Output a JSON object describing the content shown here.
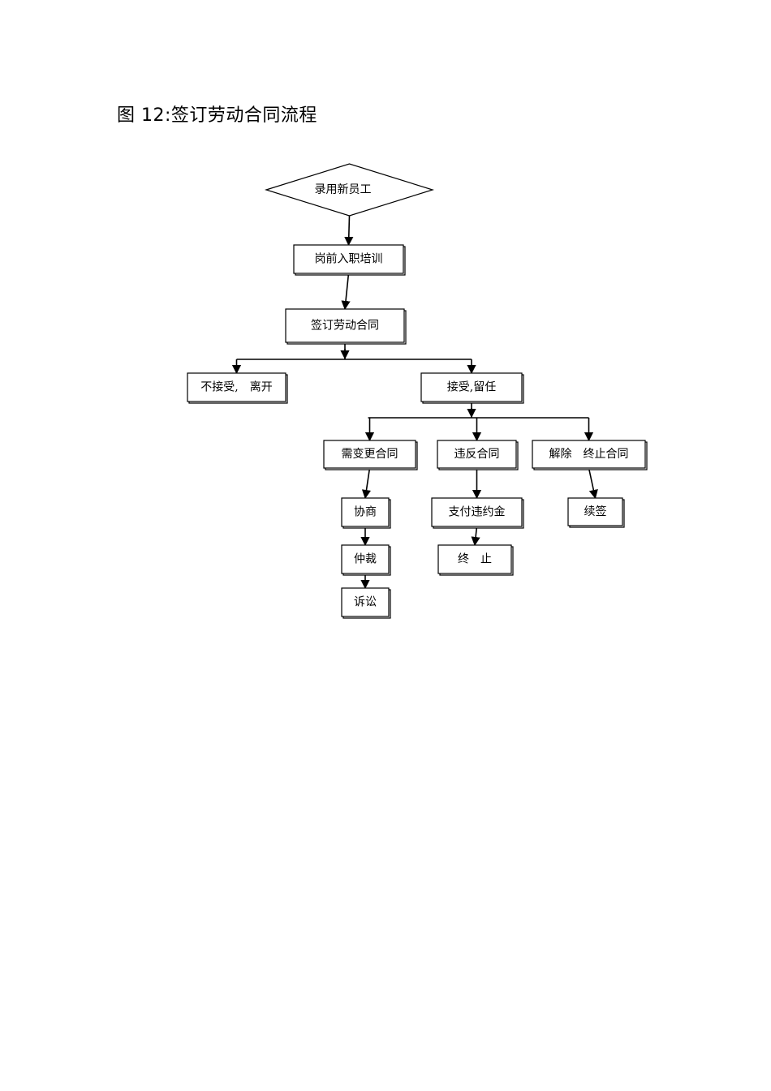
{
  "title": "图 12:签订劳动合同流程",
  "nodes": [
    {
      "id": "hire",
      "label": "录用新员工",
      "shape": "diamond"
    },
    {
      "id": "train",
      "label": "岗前入职培训",
      "shape": "box"
    },
    {
      "id": "sign",
      "label": "签订劳动合同",
      "shape": "box"
    },
    {
      "id": "reject",
      "label": "不接受,　离开",
      "shape": "box"
    },
    {
      "id": "accept",
      "label": "接受,留任",
      "shape": "box"
    },
    {
      "id": "change",
      "label": "需变更合同",
      "shape": "box"
    },
    {
      "id": "breach",
      "label": "违反合同",
      "shape": "box"
    },
    {
      "id": "terminate",
      "label": "解除　终止合同",
      "shape": "box"
    },
    {
      "id": "negotiate",
      "label": "协商",
      "shape": "box"
    },
    {
      "id": "arbitrate",
      "label": "仲裁",
      "shape": "box"
    },
    {
      "id": "litigate",
      "label": "诉讼",
      "shape": "box"
    },
    {
      "id": "penalty",
      "label": "支付违约金",
      "shape": "box"
    },
    {
      "id": "end",
      "label": "终　止",
      "shape": "box"
    },
    {
      "id": "renew",
      "label": "续签",
      "shape": "box"
    }
  ],
  "edges": [
    [
      "hire",
      "train"
    ],
    [
      "train",
      "sign"
    ],
    [
      "sign",
      "reject"
    ],
    [
      "sign",
      "accept"
    ],
    [
      "accept",
      "change"
    ],
    [
      "accept",
      "breach"
    ],
    [
      "accept",
      "terminate"
    ],
    [
      "change",
      "negotiate"
    ],
    [
      "negotiate",
      "arbitrate"
    ],
    [
      "arbitrate",
      "litigate"
    ],
    [
      "breach",
      "penalty"
    ],
    [
      "penalty",
      "end"
    ],
    [
      "terminate",
      "renew"
    ]
  ]
}
